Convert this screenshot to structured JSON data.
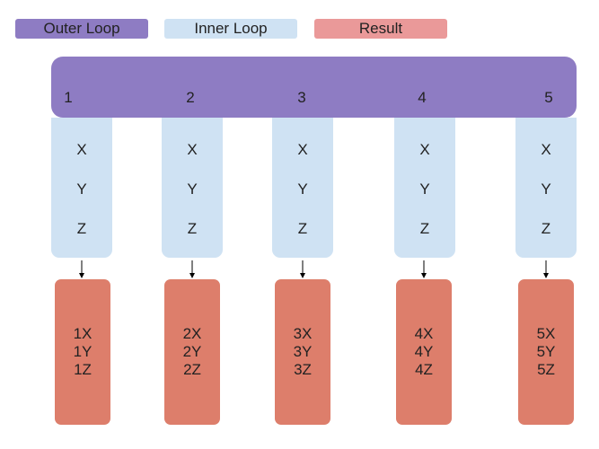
{
  "legend": {
    "outer_loop": "Outer Loop",
    "inner_loop": "Inner Loop",
    "result": "Result"
  },
  "colors": {
    "outer": "#8e7cc3",
    "inner": "#cfe2f3",
    "result_legend": "#ea9999",
    "result": "#dd7e6b",
    "arrow": "#000000"
  },
  "outer_values": [
    "1",
    "2",
    "3",
    "4",
    "5"
  ],
  "inner_values": [
    "X",
    "Y",
    "Z"
  ],
  "results": [
    [
      "1X",
      "1Y",
      "1Z"
    ],
    [
      "2X",
      "2Y",
      "2Z"
    ],
    [
      "3X",
      "3Y",
      "3Z"
    ],
    [
      "4X",
      "4Y",
      "4Z"
    ],
    [
      "5X",
      "5Y",
      "5Z"
    ]
  ]
}
